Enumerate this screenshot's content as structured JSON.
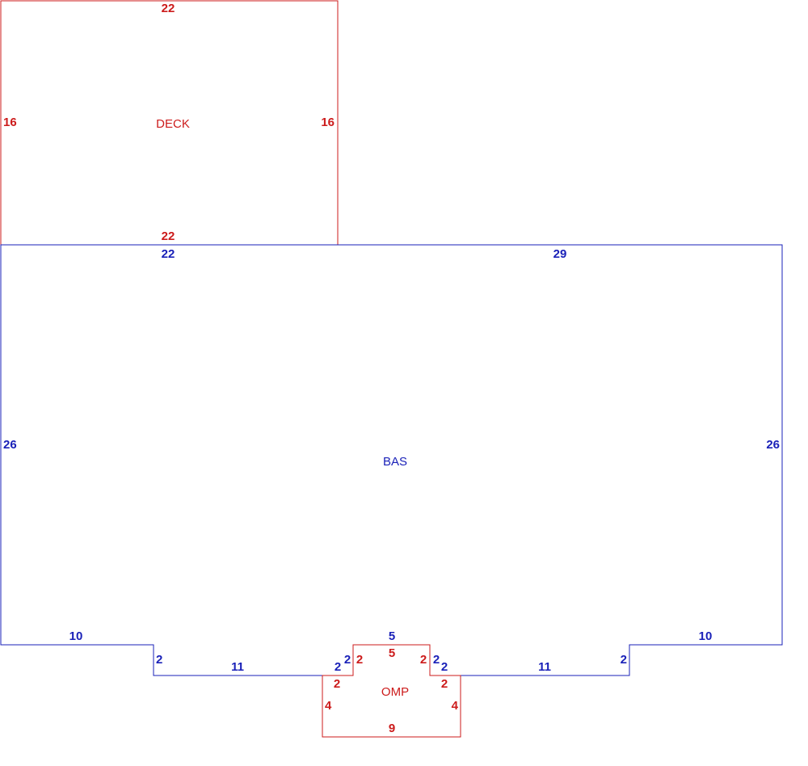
{
  "colors": {
    "red": "#cc1b1b",
    "blue": "#1a21b8",
    "background": "#ffffff"
  },
  "areas": {
    "deck": {
      "label": "DECK",
      "dimensions": {
        "top": "22",
        "bottom": "22",
        "left": "16",
        "right": "16"
      }
    },
    "bas": {
      "label": "BAS",
      "dimensions": {
        "top_left": "22",
        "top_right": "29",
        "left": "26",
        "right": "26",
        "bottom_left": "10",
        "step_left": "2",
        "mid_left": "11",
        "notch_left_outer": "2",
        "notch_left_inner": "2",
        "notch_top": "5",
        "notch_right_inner": "2",
        "notch_right_outer": "2",
        "mid_right": "11",
        "step_right": "2",
        "bottom_right": "10"
      }
    },
    "omp": {
      "label": "OMP",
      "dimensions": {
        "top": "5",
        "upper_left": "2",
        "upper_right": "2",
        "mid_left": "2",
        "mid_right": "2",
        "left": "4",
        "right": "4",
        "bottom": "9"
      }
    }
  }
}
